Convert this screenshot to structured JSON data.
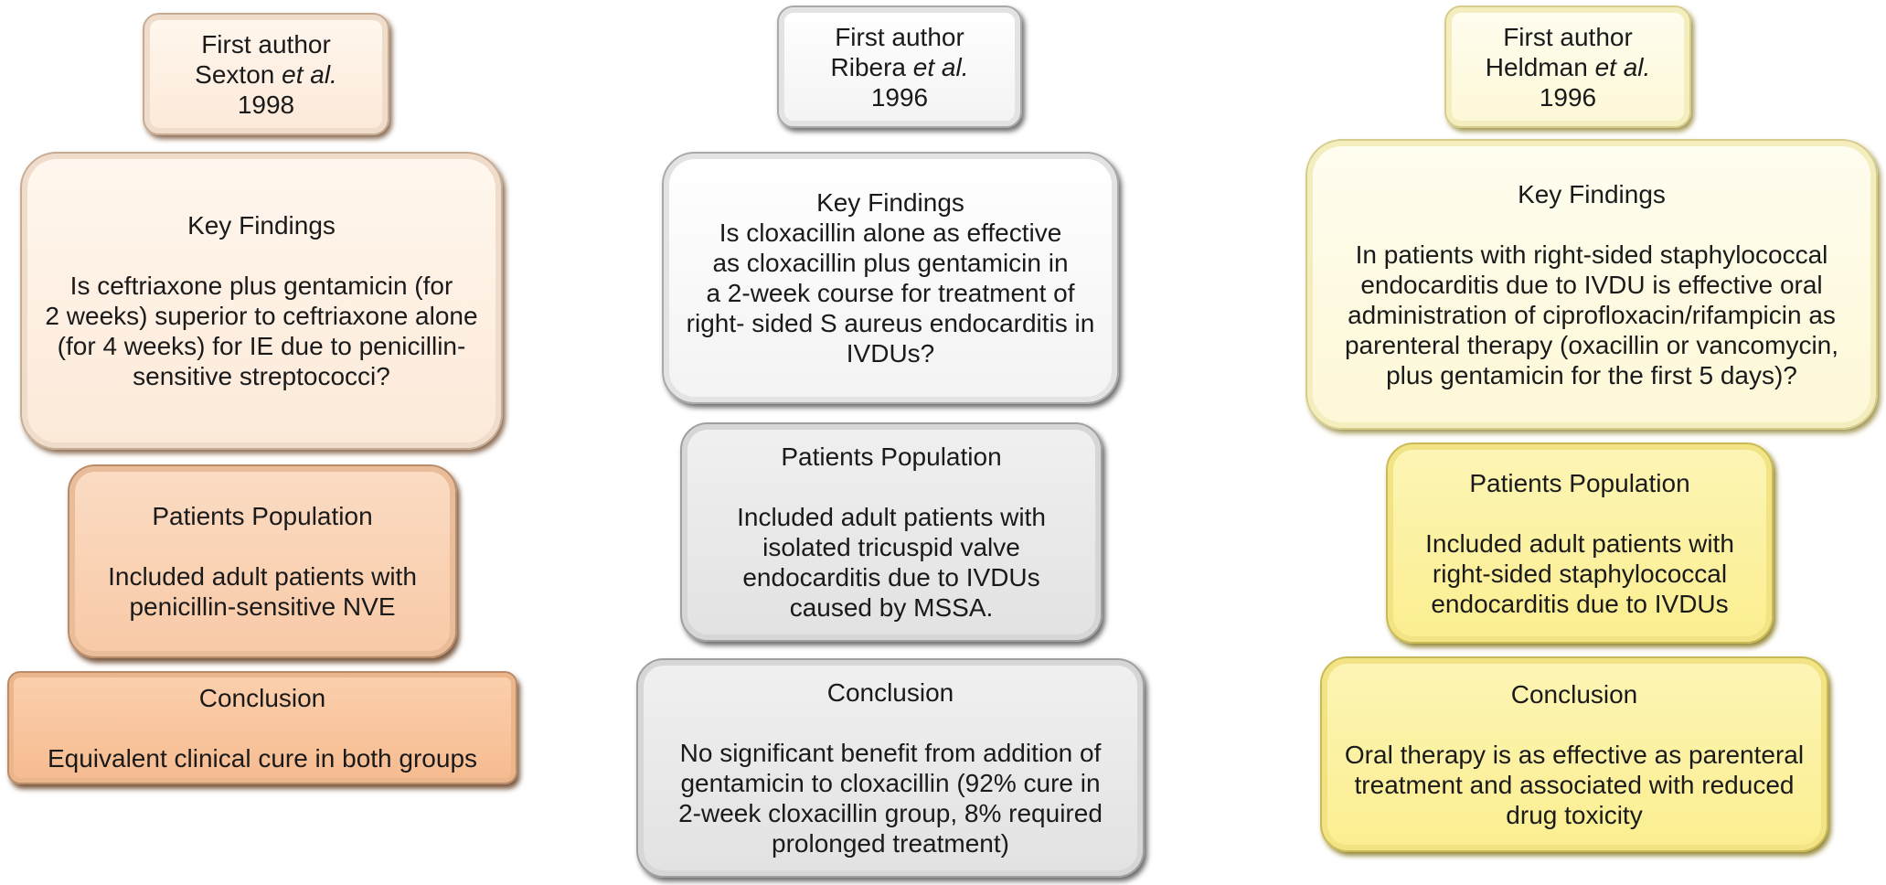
{
  "columns": [
    {
      "author": {
        "l1": "First author",
        "name": "Sexton",
        "etal": "et al.",
        "year": "1998"
      },
      "findings": {
        "title": "Key Findings",
        "lines": [
          "Is ceftriaxone plus gentamicin (for",
          "2 weeks) superior to ceftriaxone alone",
          "(for 4 weeks) for IE due to penicillin-",
          "sensitive streptococci?"
        ]
      },
      "population": {
        "title": "Patients Population",
        "lines": [
          "Included adult patients with",
          "penicillin-sensitive NVE"
        ]
      },
      "conclusion": {
        "title": "Conclusion",
        "lines": [
          "Equivalent clinical cure in both groups"
        ]
      }
    },
    {
      "author": {
        "l1": "First author",
        "name": "Ribera",
        "etal": "et al.",
        "year": "1996"
      },
      "findings": {
        "title": "Key Findings",
        "lines": [
          "Is cloxacillin alone as effective",
          "as cloxacillin plus gentamicin in",
          "a 2-week course for treatment of",
          "right- sided S aureus endocarditis in",
          "IVDUs?"
        ]
      },
      "population": {
        "title": "Patients Population",
        "lines": [
          "Included adult patients with",
          "isolated tricuspid valve",
          "endocarditis due to IVDUs",
          "caused by MSSA."
        ]
      },
      "conclusion": {
        "title": "Conclusion",
        "lines": [
          "No significant benefit from addition of",
          "gentamicin to cloxacillin (92% cure in",
          "2-week cloxacillin group, 8% required",
          "prolonged treatment)"
        ]
      }
    },
    {
      "author": {
        "l1": "First author",
        "name": "Heldman",
        "etal": "et al.",
        "year": "1996"
      },
      "findings": {
        "title": "Key Findings",
        "lines": [
          "In patients with right-sided staphylococcal",
          "endocarditis due to IVDU is effective oral",
          "administration of ciprofloxacin/rifampicin as",
          "parenteral therapy (oxacillin or vancomycin,",
          "plus gentamicin for the first 5 days)?"
        ]
      },
      "population": {
        "title": "Patients Population",
        "lines": [
          "Included adult patients with",
          "right-sided staphylococcal",
          "endocarditis due to IVDUs"
        ]
      },
      "conclusion": {
        "title": "Conclusion",
        "lines": [
          "Oral therapy is as effective as parenteral",
          "treatment and associated with reduced",
          "drug toxicity"
        ]
      }
    }
  ]
}
